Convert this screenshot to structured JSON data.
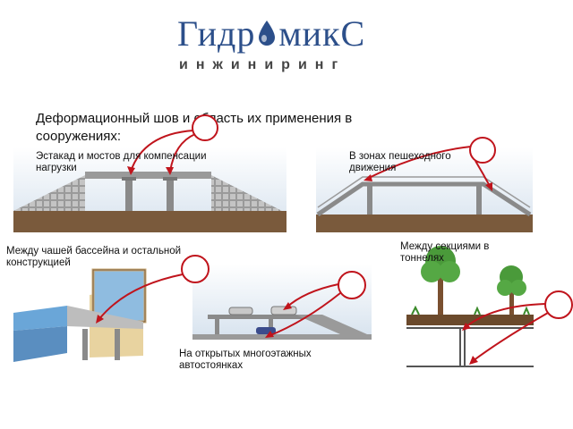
{
  "logo": {
    "title_left": "Гидр",
    "title_right": "микС",
    "subtitle": "инжиниринг",
    "colors": {
      "primary": "#2c4f8a",
      "subtitle": "#444444"
    }
  },
  "heading": "Деформационный шов  и область их применения в сооружениях:",
  "captions": {
    "overpass": "Эстакад и мостов для компенсации нагрузки",
    "pedestrian": "В зонах пешеходного движения",
    "pool": "Между чашей бассейна и остальной конструкцией",
    "parking": "На открытых многоэтажных автостоянках",
    "tunnel": "Между секциями в тоннелях"
  },
  "colors": {
    "arrow": "#c0141c",
    "sky": "#dde8f2",
    "ground": "#7a5a3c",
    "concrete": "#a8a8a8"
  }
}
